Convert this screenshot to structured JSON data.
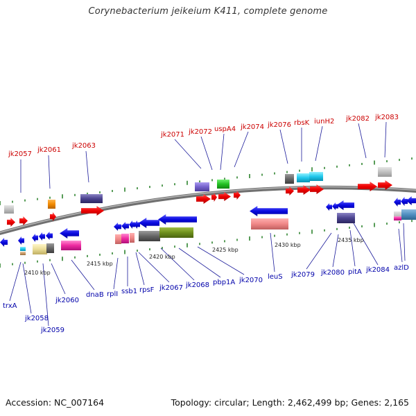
{
  "title": "Corynebacterium jeikeium K411, complete genome",
  "footer": {
    "accession": "Accession: NC_007164",
    "summary": "Topology: circular; Length: 2,462,499 bp; Genes: 2,165"
  },
  "colors": {
    "backbone": "#8a8a8a",
    "forward_label": "#cc0000",
    "reverse_label": "#0000aa",
    "tick": "#1f7a1f"
  },
  "kbp_labels": [
    "2410 kbp",
    "2415 kbp",
    "2420 kbp",
    "2425 kbp",
    "2430 kbp",
    "2435 kbp"
  ],
  "forward_genes": [
    "jk2057",
    "jk2061",
    "jk2063",
    "jk2071",
    "jk2072",
    "uspA4",
    "jk2074",
    "jk2076",
    "rbsK",
    "iunH2",
    "jk2082",
    "jk2083"
  ],
  "reverse_genes": [
    "trxA",
    "jk2058",
    "jk2059",
    "jk2060",
    "dnaB",
    "rplI",
    "ssb1",
    "rpsF",
    "jk2067",
    "jk2068",
    "pbp1A",
    "jk2070",
    "leuS",
    "jk2079",
    "jk2080",
    "pitA",
    "jk2084",
    "azlD"
  ]
}
